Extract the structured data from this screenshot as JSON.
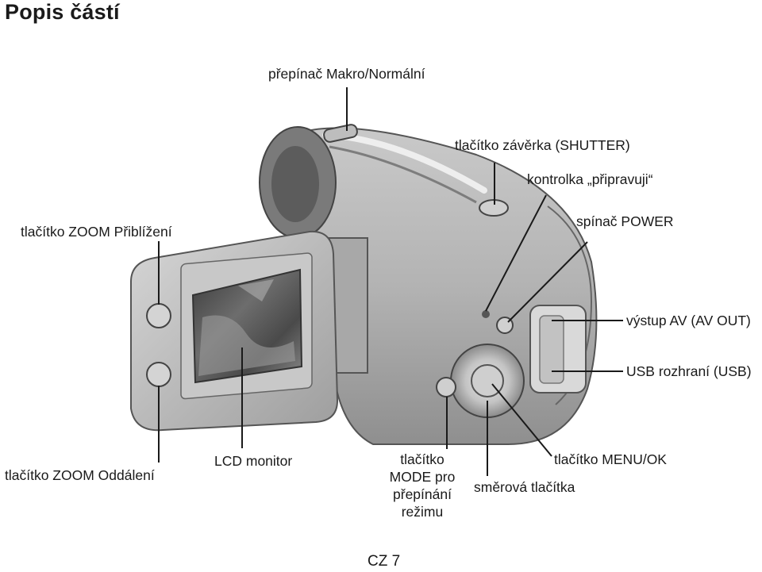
{
  "page": {
    "title": "Popis částí",
    "footer": "CZ 7"
  },
  "labels": {
    "makro": "přepínač Makro/Normální",
    "shutter": "tlačítko závěrka (SHUTTER)",
    "ready": "kontrolka „připravuji“",
    "zoom_in": "tlačítko ZOOM Přiblížení",
    "power": "spínač POWER",
    "av_out": "výstup AV (AV OUT)",
    "usb": "USB rozhraní (USB)",
    "zoom_out": "tlačítko ZOOM Oddálení",
    "lcd": "LCD monitor",
    "mode_lines": [
      "tlačítko",
      "MODE pro",
      "přepínání",
      "režimu"
    ],
    "menu_ok": "tlačítko MENU/OK",
    "direction": "směrová tlačítka"
  }
}
